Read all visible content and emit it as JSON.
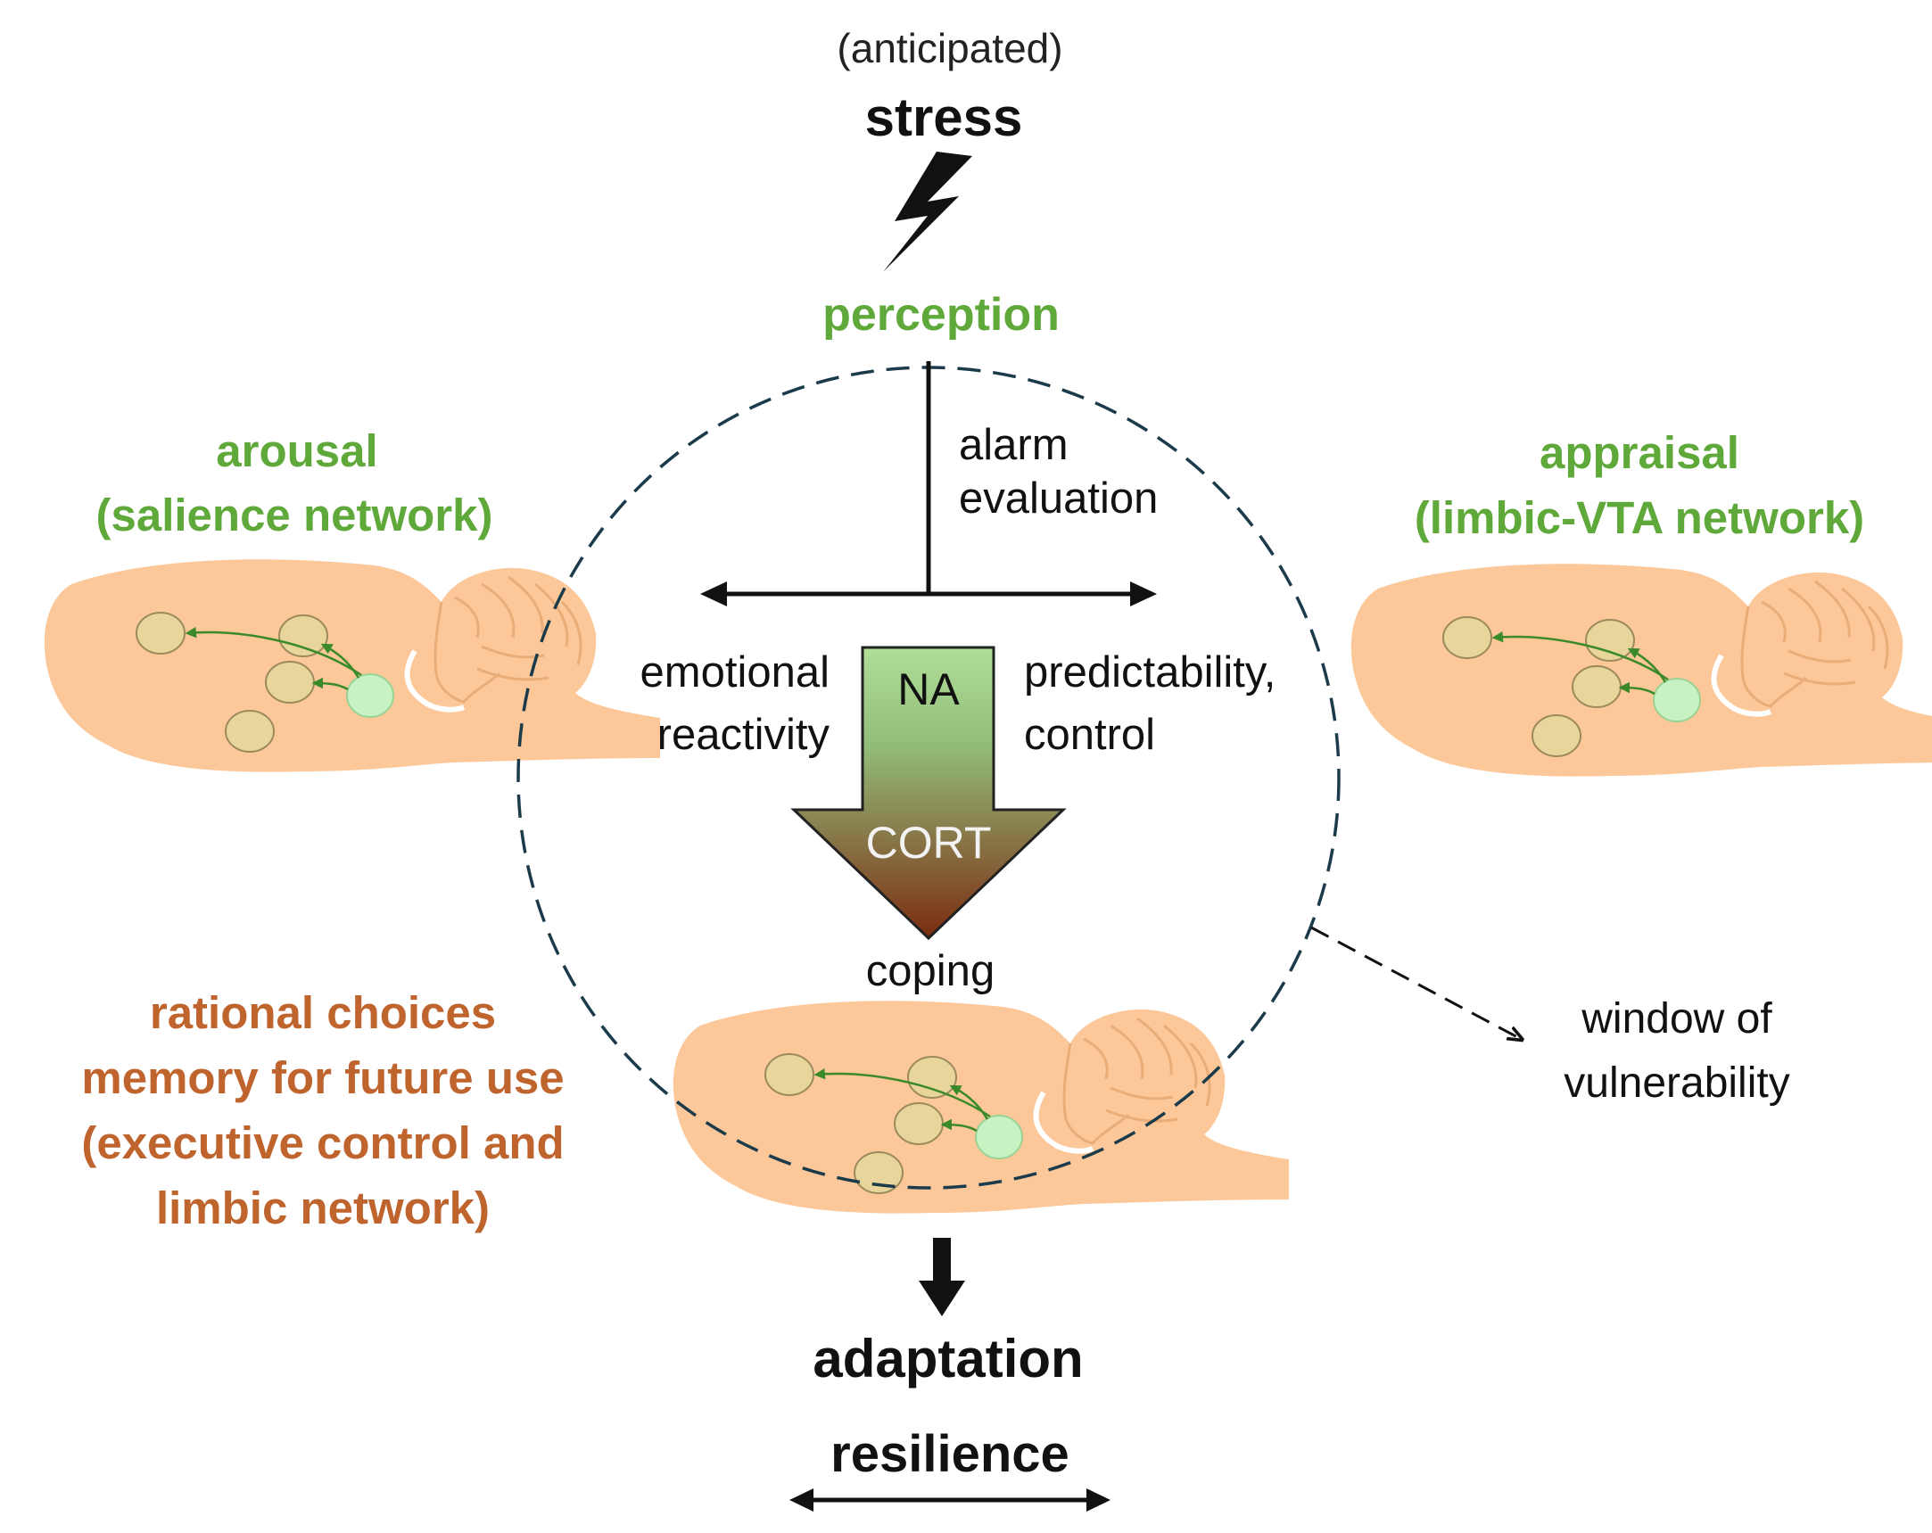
{
  "top": {
    "anticipated": "(anticipated)",
    "stress": "stress",
    "perception": "perception"
  },
  "circle": {
    "alarm_line1": "alarm",
    "alarm_line2": "evaluation",
    "emotional_line1": "emotional",
    "emotional_line2": "reactivity",
    "predictability_line1": "predictability,",
    "predictability_line2": "control",
    "na": "NA",
    "cort": "CORT",
    "coping": "coping"
  },
  "left": {
    "arousal_line1": "arousal",
    "arousal_line2": "(salience network)"
  },
  "right": {
    "appraisal_line1": "appraisal",
    "appraisal_line2": "(limbic-VTA network)"
  },
  "bottom_left": {
    "line1": "rational choices",
    "line2": "memory for future use",
    "line3": "(executive control and",
    "line4": "limbic network)"
  },
  "vulnerability": {
    "line1": "window of",
    "line2": "vulnerability"
  },
  "bottom": {
    "adaptation": "adaptation",
    "resilience": "resilience"
  },
  "colors": {
    "green_label": "#5fa83a",
    "orange_label": "#c0642e",
    "brain_fill": "#fcc89a",
    "node_fill": "#e8d59b",
    "hub_fill": "#c8f2c4",
    "arrow_top": "#aad992",
    "arrow_bottom": "#7a2e12"
  }
}
